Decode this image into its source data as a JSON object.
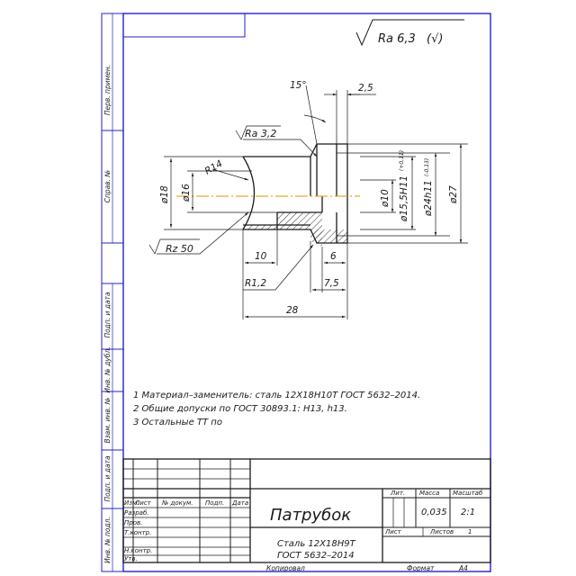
{
  "roughness_general": "Ra 6,3 (√)",
  "roughness_general_value": "Ra 6,3",
  "roughness_general_suffix": "(√)",
  "roughness_ra32": "Ra 3,2",
  "roughness_rz50": "Rz 50",
  "dims": {
    "angle": "15°",
    "d25": "2,5",
    "r14": "R14",
    "phi18": "ø18",
    "phi16": "ø16",
    "phi10": "ø10",
    "phi155": "ø15,5H11",
    "phi155_tol": "(+0,11)",
    "phi24": "ø24h11",
    "phi24_tol": "(-0,13)",
    "phi27": "ø27",
    "d10": "10",
    "d6": "6",
    "r12": "R1,2",
    "d75": "7,5",
    "d28": "28"
  },
  "notes": [
    "1 Материал–заменитель: сталь 12Х18Н10Т ГОСТ 5632–2014.",
    "2 Общие допуски по ГОСТ 30893.1: H13, h13.",
    "3 Остальные ТТ по"
  ],
  "side_labels": [
    "Перв. примен.",
    "Справ. №",
    "Подп. и дата",
    "Инв. № дубл.",
    "Взам. инв. №",
    "Подп. и дата",
    "Инв. № подл."
  ],
  "title_block": {
    "headers": [
      "Изм.",
      "Лист",
      "№ докум.",
      "Подп.",
      "Дата"
    ],
    "roles": [
      "Разраб.",
      "Пров.",
      "Т.контр.",
      "",
      "Н.контр.",
      "Утв."
    ],
    "part_name": "Патрубок",
    "material_line1": "Сталь 12Х18Н9Т",
    "material_line2": "ГОСТ 5632–2014",
    "lit_label": "Лит.",
    "mass_label": "Масса",
    "scale_label": "Масштаб",
    "mass_value": "0,035",
    "scale_value": "2:1",
    "sheet_label": "Лист",
    "sheets_label": "Листов",
    "sheets_value": "1"
  },
  "footer": {
    "copied": "Копировал",
    "format_label": "Формат",
    "format_value": "А4"
  },
  "colors": {
    "line": "#1a1a1a",
    "frame": "#2222cc",
    "axis": "#e69000"
  }
}
